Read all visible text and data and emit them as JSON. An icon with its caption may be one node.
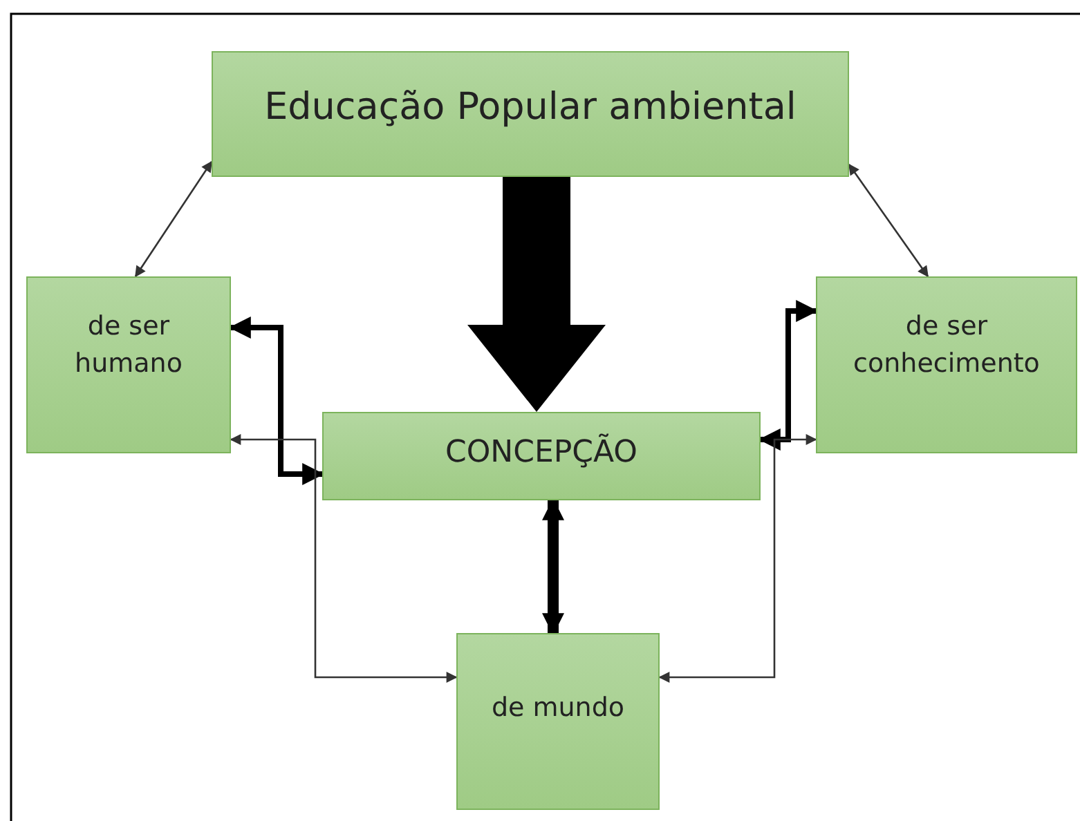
{
  "diagram": {
    "nodes": [
      {
        "text": [
          "Educação Popular ambiental"
        ]
      },
      {
        "text": [
          "de ser humano"
        ]
      },
      {
        "text": [
          "de ser conhecimento"
        ]
      },
      {
        "text": [
          "CONCEPÇÃO"
        ]
      },
      {
        "text": [
          "de mundo"
        ]
      }
    ],
    "edges": [
      {
        "from": 0,
        "to": 1,
        "arrow": "both"
      },
      {
        "from": 0,
        "to": 2,
        "arrow": "both"
      },
      {
        "from": 0,
        "to": 3,
        "arrow": "to",
        "style": "thick"
      },
      {
        "from": 1,
        "to": 3,
        "arrow": "both",
        "style": "thick"
      },
      {
        "from": 3,
        "to": 2,
        "arrow": "both",
        "style": "thick"
      },
      {
        "from": 3,
        "to": 4,
        "arrow": "both",
        "style": "thick"
      },
      {
        "from": 1,
        "to": 4,
        "arrow": "both"
      },
      {
        "from": 2,
        "to": 4,
        "arrow": "both"
      }
    ]
  }
}
